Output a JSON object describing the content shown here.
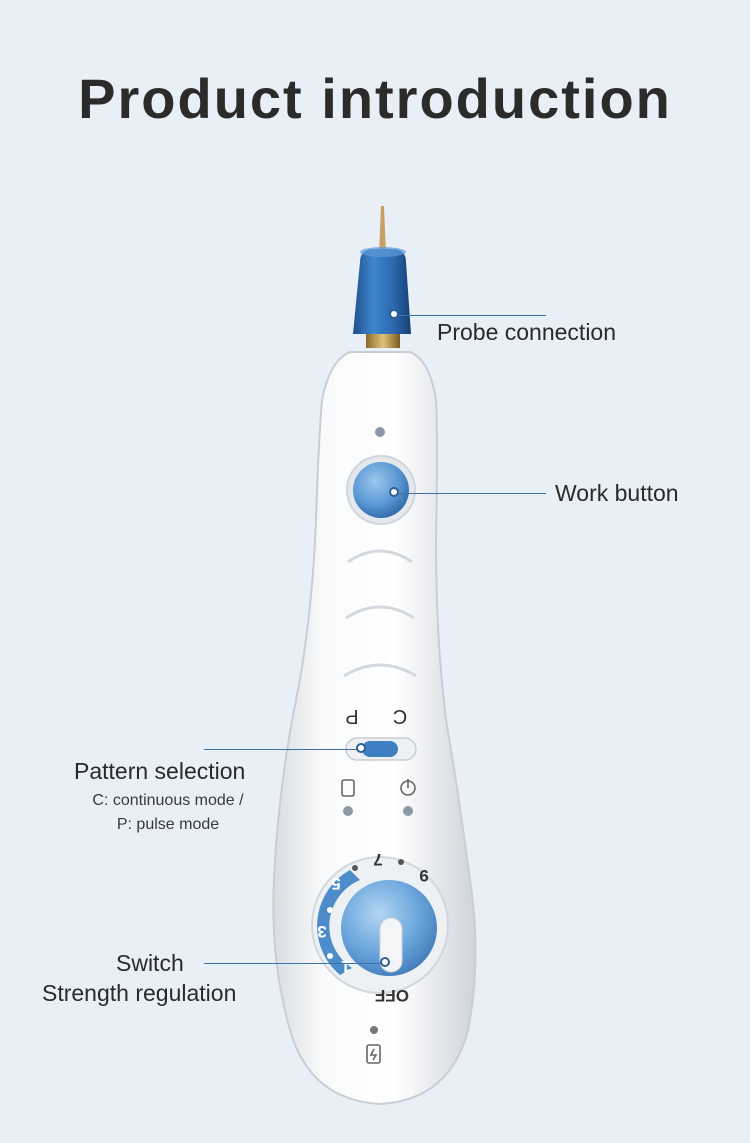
{
  "title": "Product introduction",
  "callouts": {
    "probe": {
      "label": "Probe connection"
    },
    "work": {
      "label": "Work button"
    },
    "pattern": {
      "label": "Pattern selection",
      "desc_line1": "C: continuous mode /",
      "desc_line2": "P: pulse mode"
    },
    "switch": {
      "label_line1": "Switch",
      "label_line2": "Strength regulation"
    }
  },
  "device": {
    "mode_c": "C",
    "mode_p": "P",
    "dial_numbers": [
      "1",
      "3",
      "5",
      "7",
      "9"
    ],
    "dial_off": "OFF"
  },
  "colors": {
    "background": "#e8eff6",
    "accent_blue": "#3d7fc1",
    "line": "#3b72a8",
    "body_white": "#f6f7f8"
  }
}
